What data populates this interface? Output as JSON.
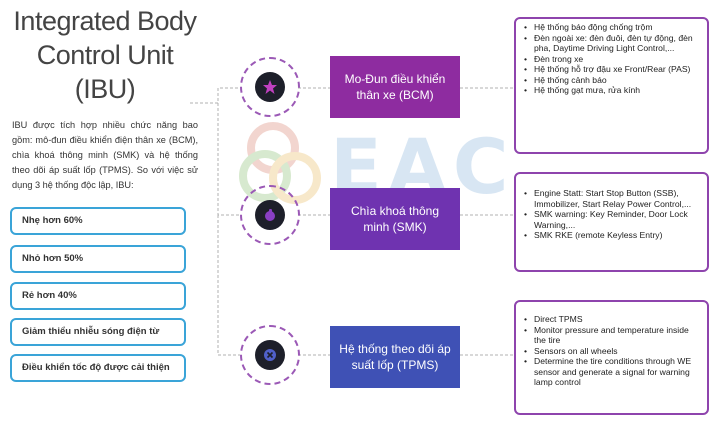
{
  "title": [
    "Integrated Body",
    "Control Unit",
    "(IBU)"
  ],
  "intro": "IBU được tích hợp nhiều chức năng bao gồm: mô-đun điều khiển điện thân xe (BCM), chìa khoá thông minh (SMK) và hệ thống theo dõi áp suất lốp (TPMS). So với việc sử dụng 3 hệ thống độc lập, IBU:",
  "benefits": [
    "Nhẹ hơn 60%",
    "Nhỏ hơn 50%",
    "Rẻ hơn 40%",
    "Giảm thiểu nhiễu sóng điện từ",
    "Điều khiển tốc độ được cải thiện"
  ],
  "watermark": {
    "text": "EAC"
  },
  "systems": [
    {
      "label": "Mo-Đun điều khiển thân xe (BCM)",
      "color": "#8e2ca0",
      "icon": "star-icon",
      "details": [
        "Hệ thống báo động chống trộm",
        "Đèn ngoài xe: đèn đuôi, đèn tự động, đèn pha, Daytime Driving Light Control,...",
        "Đèn trong xe",
        "Hệ thống hỗ trợ đậu xe Front/Rear (PAS)",
        "Hệ thống cảnh báo",
        "Hệ thống gạt mưa, rửa kính"
      ]
    },
    {
      "label": "Chìa khoá thông minh (SMK)",
      "color": "#6f33b0",
      "icon": "thumb-icon",
      "details": [
        "Engine Statt: Start Stop Button (SSB), Immobilizer, Start Relay Power Control,...",
        "SMK warning: Key Reminder, Door Lock Warning,...",
        "SMK RKE (remote Keyless Entry)"
      ]
    },
    {
      "label": "Hệ thống theo dõi áp suất lốp (TPMS)",
      "color": "#3f51b5",
      "icon": "close-circle-icon",
      "details": [
        "Direct TPMS",
        "Monitor pressure and temperature inside the tire",
        "Sensors on all wheels",
        "Determine the tire conditions through WE sensor and generate a signal for warning lamp control"
      ]
    }
  ]
}
